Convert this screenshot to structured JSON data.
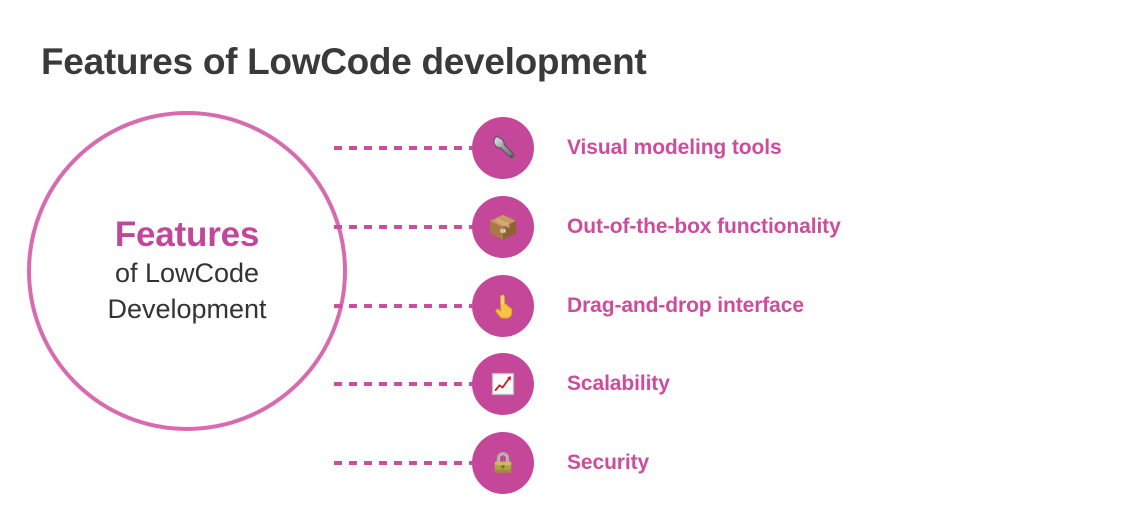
{
  "title": "Features of LowCode development",
  "hub": {
    "headline": "Features",
    "line2": "of LowCode",
    "line3": "Development"
  },
  "colors": {
    "bubble_fill": "#C4479A",
    "hub_outline": "#D86BB0",
    "accent_text": "#CC4D9E",
    "title_text": "#3A3A3A",
    "body_text": "#333333",
    "connector": "#CC4D9E"
  },
  "features": [
    {
      "label": "Visual modeling tools",
      "icon": "wrench-icon"
    },
    {
      "label": "Out-of-the-box functionality",
      "icon": "package-box-icon"
    },
    {
      "label": "Drag-and-drop interface",
      "icon": "pointing-hand-icon"
    },
    {
      "label": "Scalability",
      "icon": "growth-chart-icon"
    },
    {
      "label": "Security",
      "icon": "padlock-icon"
    }
  ]
}
